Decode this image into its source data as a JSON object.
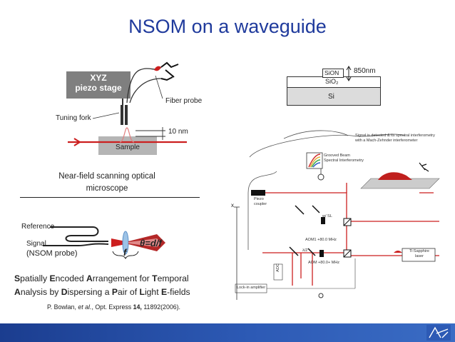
{
  "title": "NSOM on a waveguide",
  "nsom": {
    "stage_line1": "XYZ",
    "stage_line2": "piezo stage",
    "fiber_probe": "Fiber probe",
    "tuning_fork": "Tuning fork",
    "distance": "10 nm",
    "sample": "Sample",
    "caption_line1": "Near-field scanning optical",
    "caption_line2": "microscope"
  },
  "spectral": {
    "reference": "Reference",
    "signal": "Signal",
    "nsom_probe": "(NSOM probe)",
    "f_label": "f",
    "theta_formula": "θ=d/f"
  },
  "acronym": {
    "line1": [
      {
        "t": "S",
        "b": true
      },
      {
        "t": "patially ",
        "b": false
      },
      {
        "t": "E",
        "b": true
      },
      {
        "t": "ncoded ",
        "b": false
      },
      {
        "t": "A",
        "b": true
      },
      {
        "t": "rrangement for ",
        "b": false
      },
      {
        "t": "T",
        "b": true
      },
      {
        "t": "emporal",
        "b": false
      }
    ],
    "line2": [
      {
        "t": "A",
        "b": true
      },
      {
        "t": "nalysis by ",
        "b": false
      },
      {
        "t": "D",
        "b": true
      },
      {
        "t": "ispersing a ",
        "b": false
      },
      {
        "t": "P",
        "b": true
      },
      {
        "t": "air of ",
        "b": false
      },
      {
        "t": "L",
        "b": true
      },
      {
        "t": "ight ",
        "b": false
      },
      {
        "t": "E",
        "b": true
      },
      {
        "t": "-fields",
        "b": false
      }
    ]
  },
  "reference": {
    "authors": "P. Bowlan, ",
    "etal": "et al.",
    "journal": ", Opt. Express ",
    "volume": "14,",
    "rest": " 11892(2006)."
  },
  "layers": {
    "sion": "SiON",
    "thickness": "850nm",
    "sio2": "SiO₂",
    "si": "Si"
  },
  "setup": {
    "signal_text_1": "Signal is detected & its spectral interferometry",
    "signal_text_2": "with a Mach-Zehnder interferometer",
    "grating_1": "Grooved Beam",
    "grating_2": "Spectral Interferometry",
    "coupler_1": "Piezo",
    "coupler_2": "coupler",
    "x_label": "x",
    "ws_label": "w/ SL",
    "aom1": "AOM1 +80.0 MHz",
    "aom2": "AOM +80.0+ MHz",
    "lambda": "λ/2",
    "laser_1": "Ti:Sapphire",
    "laser_2": "laser",
    "lockin": "Lock-in amplifier",
    "side": "ADC"
  },
  "colors": {
    "title": "#1f3a9c",
    "beam": "#cc1f1f",
    "footer": "#1b3d8f"
  }
}
